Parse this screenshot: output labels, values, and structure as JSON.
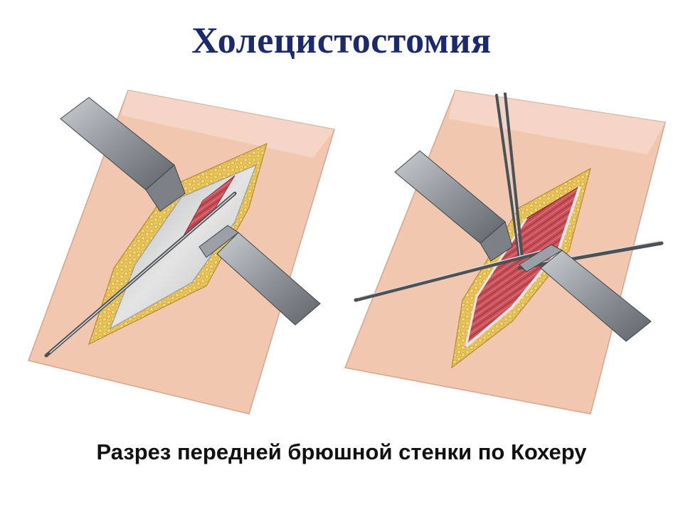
{
  "slide": {
    "title": "Холецистостомия",
    "caption": "Разрез передней брюшной стенки по Кохеру"
  },
  "colors": {
    "title": "#1a2a6c",
    "skin": "#f2c7b0",
    "fat": "#e9c45a",
    "muscle": "#c8505a",
    "fascia": "#cfcfcf",
    "metal": "#8f959b"
  },
  "illustration": {
    "panels": [
      {
        "stage": "fascia-incision"
      },
      {
        "stage": "muscle-separation"
      }
    ]
  }
}
